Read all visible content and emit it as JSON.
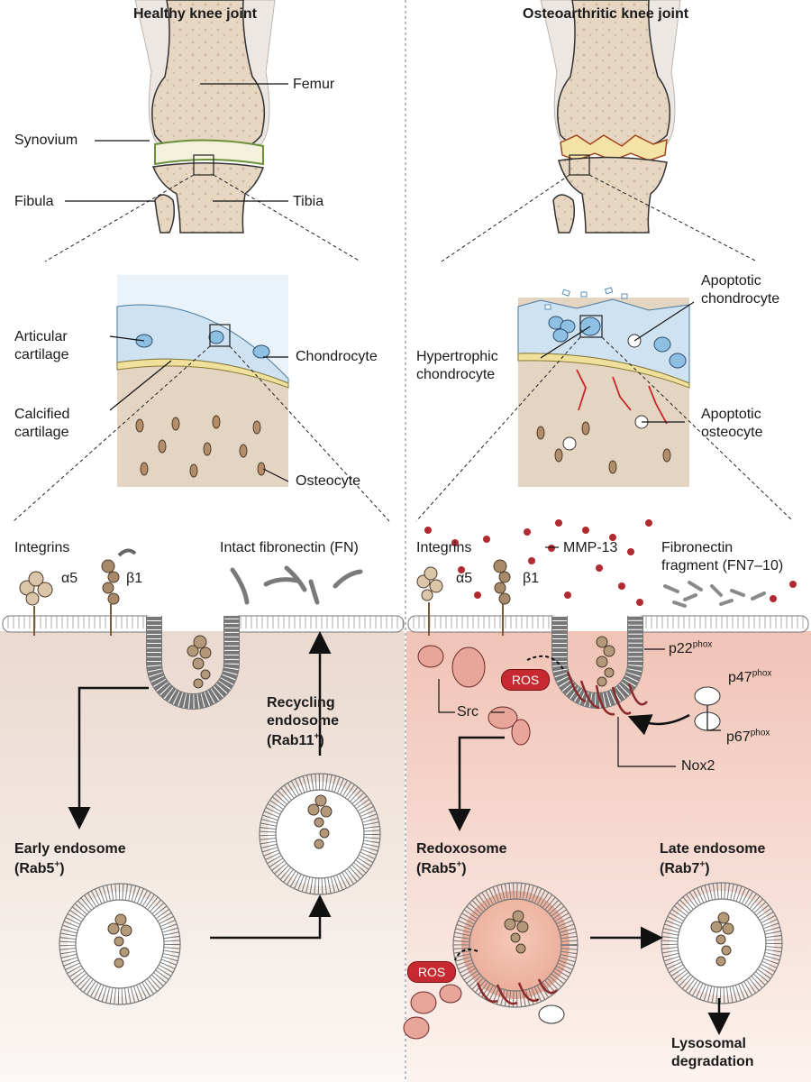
{
  "left": {
    "title": "Healthy knee joint",
    "labels": {
      "femur": "Femur",
      "synovium": "Synovium",
      "fibula": "Fibula",
      "tibia": "Tibia",
      "articular_cartilage": "Articular\ncartilage",
      "calcified_cartilage": "Calcified\ncartilage",
      "chondrocyte": "Chondrocyte",
      "osteocyte": "Osteocyte",
      "integrins": "Integrins",
      "alpha5": "α5",
      "beta1": "β1",
      "intact_fn": "Intact fibronectin (FN)",
      "recycling_endosome": "Recycling\nendosome",
      "recycling_rab": "(Rab11",
      "early_endosome": "Early endosome",
      "early_rab": "(Rab5"
    }
  },
  "right": {
    "title": "Osteoarthritic knee joint",
    "labels": {
      "apoptotic_chondrocyte": "Apoptotic\nchondrocyte",
      "hypertrophic_chondrocyte": "Hypertrophic\nchondrocyte",
      "apoptotic_osteocyte": "Apoptotic\nosteocyte",
      "integrins": "Integrins",
      "alpha5": "α5",
      "beta1": "β1",
      "mmp13": "MMP-13",
      "fn_fragment": "Fibronectin\nfragment (FN7–10)",
      "ros": "ROS",
      "src": "Src",
      "p22": "p22",
      "p47": "p47",
      "p67": "p67",
      "phox": "phox",
      "nox2": "Nox2",
      "redoxosome": "Redoxosome",
      "redox_rab": "(Rab5",
      "late_endosome": "Late endosome",
      "late_rab": "(Rab7",
      "plus_close": "+)",
      "lysosomal": "Lysosomal\ndegradation"
    }
  }
}
